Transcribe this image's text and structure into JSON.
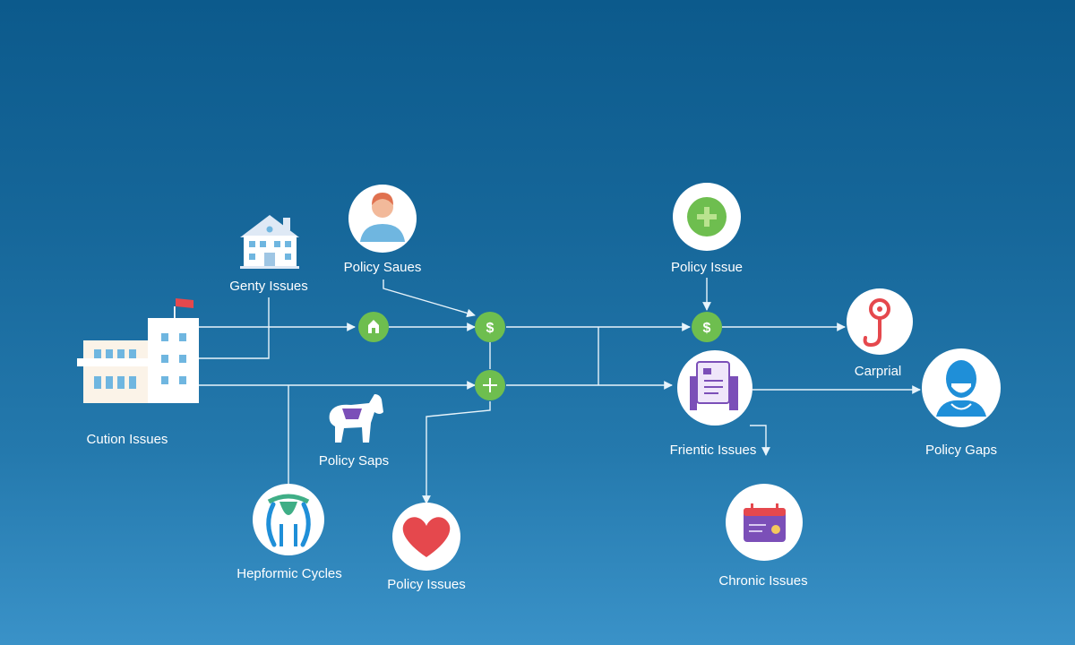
{
  "colors": {
    "connector": "#e8f4fb",
    "node_green": "#6ebe4f",
    "circle_fill": "#ffffff",
    "purple": "#7b4fb8",
    "red": "#e5484d",
    "blue_icon": "#1f8fd8"
  },
  "nodes": {
    "cution": {
      "label": "Cution Issues",
      "icon": "hospital-building-icon"
    },
    "genty": {
      "label": "Genty Issues",
      "icon": "house-icon"
    },
    "policy_saues": {
      "label": "Policy Saues",
      "icon": "person-avatar-icon"
    },
    "policy_issue": {
      "label": "Policy Issue",
      "icon": "plus-icon"
    },
    "carprial": {
      "label": "Carprial",
      "icon": "stethoscope-icon"
    },
    "policy_gaps": {
      "label": "Policy Gaps",
      "icon": "patient-mask-icon"
    },
    "policy_saps": {
      "label": "Policy Saps",
      "icon": "horse-icon"
    },
    "frientic": {
      "label": "Frientic Issues",
      "icon": "document-hands-icon"
    },
    "heptormic": {
      "label": "Hepformic Cycles",
      "icon": "creature-icon"
    },
    "policy_issues": {
      "label": "Policy Issues",
      "icon": "heart-icon"
    },
    "chronic": {
      "label": "Chronic Issues",
      "icon": "calendar-card-icon"
    }
  },
  "junctions": {
    "j1": {
      "icon": "home-sign-icon"
    },
    "j2": {
      "icon": "dollar-icon"
    },
    "j3": {
      "icon": "plus-icon"
    },
    "j4": {
      "icon": "dollar-icon"
    }
  }
}
